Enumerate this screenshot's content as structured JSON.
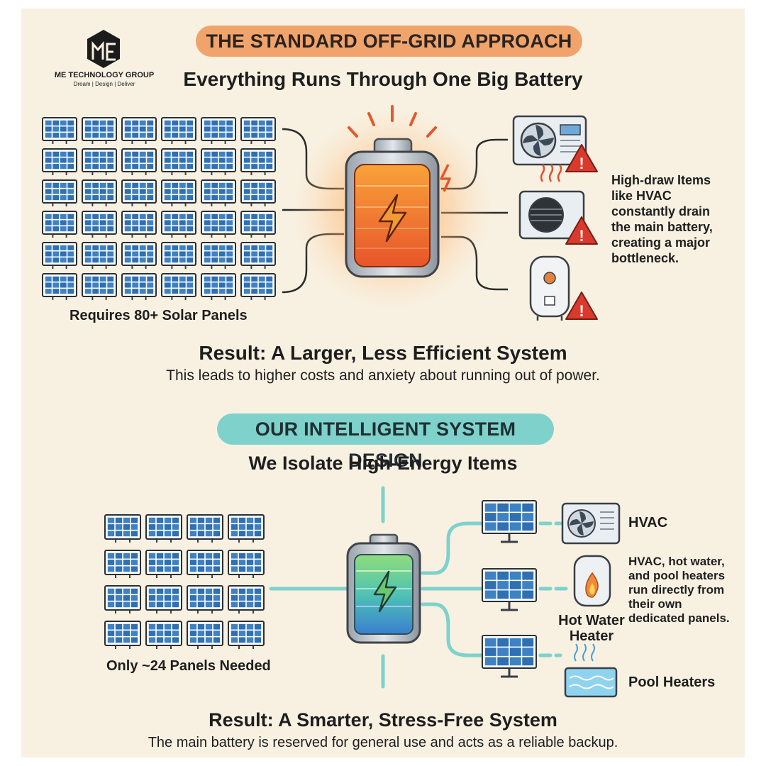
{
  "logo": {
    "company": "ME TECHNOLOGY GROUP",
    "tagline": "Dream | Design | Deliver"
  },
  "standard": {
    "heading": "THE STANDARD OFF-GRID APPROACH",
    "subheading": "Everything Runs Through One Big Battery",
    "panels_caption": "Requires 80+ Solar Panels",
    "note_lines": [
      "High-draw Items",
      "like HVAC",
      "constantly drain",
      "the main battery,",
      "creating a major",
      "bottleneck."
    ],
    "result_title": "Result: A Larger, Less Efficient System",
    "result_text": "This leads to higher costs and anxiety about running out of power."
  },
  "intelligent": {
    "heading": "OUR INTELLIGENT SYSTEM DESIGN",
    "subheading": "We Isolate High-Energy Items",
    "panels_caption": "Only ~24 Panels Needed",
    "loads": {
      "hvac": "HVAC",
      "water_heater_lines": [
        "Hot Water",
        "Heater"
      ],
      "pool": "Pool Heaters"
    },
    "note_lines": [
      "HVAC, hot water,",
      "and pool heaters",
      "run directly from",
      "their own",
      "dedicated panels."
    ],
    "result_title": "Result: A Smarter, Stress-Free System",
    "result_text": "The main battery is reserved for general use and acts as a reliable backup."
  },
  "colors": {
    "background": "#f8f1e2",
    "orange_banner": "#f0a46c",
    "teal_banner": "#7fd1cb",
    "panel_blue": "#2f6fb2",
    "warning_red": "#d93a2b"
  }
}
